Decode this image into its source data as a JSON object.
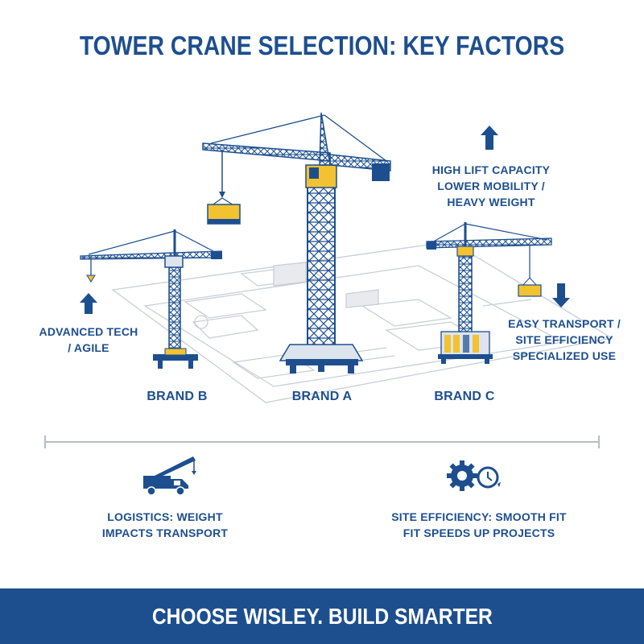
{
  "title": "TOWER CRANE SELECTION: KEY FACTORS",
  "brands": {
    "a": "BRAND A",
    "b": "BRAND B",
    "c": "BRAND C"
  },
  "annotations": {
    "brand_b": [
      "ADVANCED TECH",
      "/ AGILE"
    ],
    "brand_a": [
      "HIGH LIFT CAPACITY",
      "LOWER MOBILITY /",
      "HEAVY WEIGHT"
    ],
    "brand_c": [
      "EASY TRANSPORT /",
      "SITE EFFICIENCY",
      "SPECIALIZED USE"
    ]
  },
  "factors": {
    "logistics": [
      "LOGISTICS: WEIGHT",
      "IMPACTS TRANSPORT"
    ],
    "site": [
      "SITE EFFICIENCY: SMOOTH FIT",
      "FIT SPEEDS UP PROJECTS"
    ]
  },
  "footer": "CHOOSE WISLEY. BUILD SMARTER",
  "icons": {
    "up_arrow": "arrow-up-icon",
    "down_arrow": "arrow-down-icon",
    "truck": "crane-truck-icon",
    "gears": "gears-clock-icon"
  },
  "colors": {
    "primary": "#1d4f8f",
    "accent": "#f2c230",
    "blueprint": "#c9ced6"
  }
}
